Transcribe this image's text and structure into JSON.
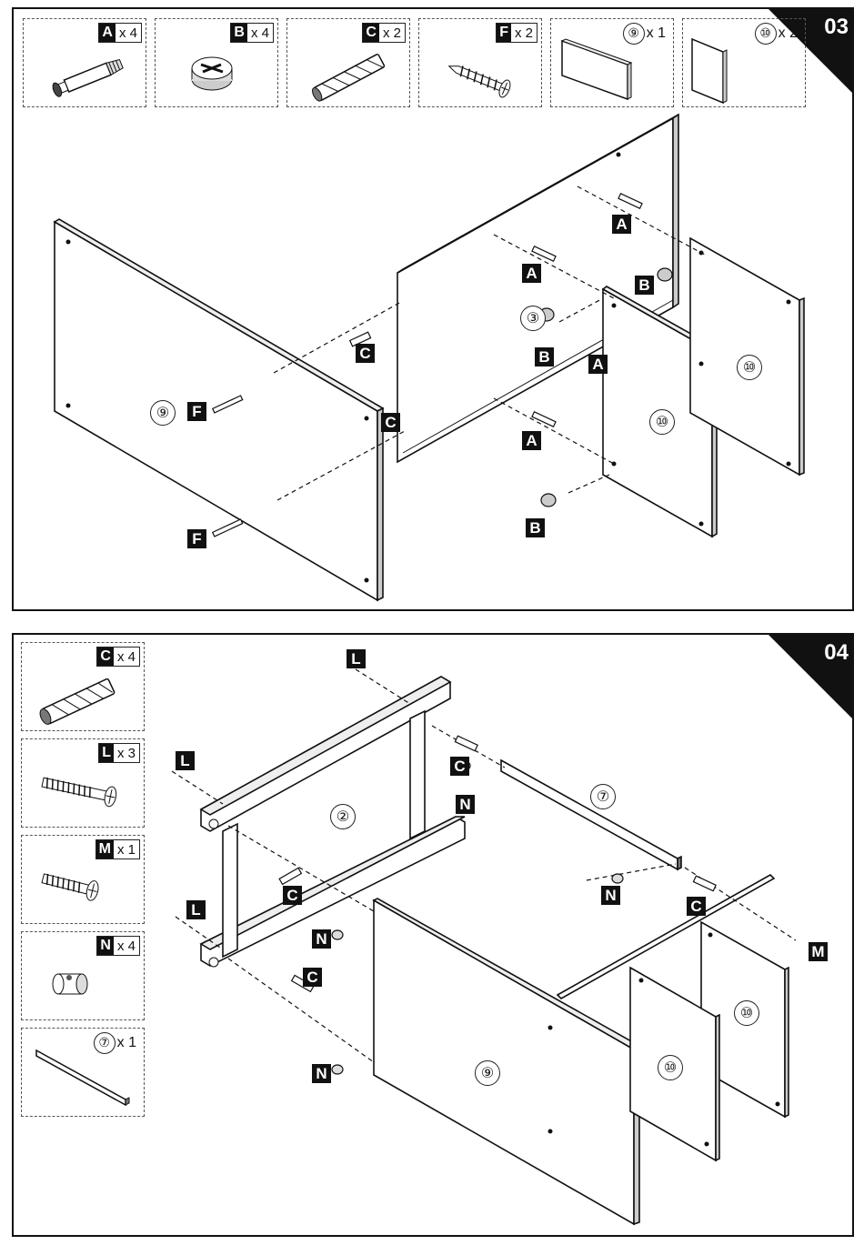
{
  "steps": [
    {
      "number": "03",
      "parts": [
        {
          "letter": "A",
          "qty": "x 4",
          "icon": "cam-bolt-icon"
        },
        {
          "letter": "B",
          "qty": "x 4",
          "icon": "cam-lock-icon"
        },
        {
          "letter": "C",
          "qty": "x 2",
          "icon": "wooden-dowel-icon"
        },
        {
          "letter": "F",
          "qty": "x 2",
          "icon": "wood-screw-icon"
        },
        {
          "panel": "⑨",
          "qty": "x 1",
          "icon": "panel-9-icon"
        },
        {
          "panel": "⑩",
          "qty": "x 2",
          "icon": "panel-10-icon"
        }
      ],
      "callouts": [
        "A",
        "A",
        "A",
        "A",
        "B",
        "B",
        "B",
        "C",
        "C",
        "F",
        "F"
      ],
      "panels": [
        "⑨",
        "③",
        "⑩",
        "⑩"
      ]
    },
    {
      "number": "04",
      "parts": [
        {
          "letter": "C",
          "qty": "x 4",
          "icon": "wooden-dowel-icon"
        },
        {
          "letter": "L",
          "qty": "x 3",
          "icon": "long-bolt-icon"
        },
        {
          "letter": "M",
          "qty": "x 1",
          "icon": "short-bolt-icon"
        },
        {
          "letter": "N",
          "qty": "x 4",
          "icon": "barrel-nut-icon"
        },
        {
          "panel": "⑦",
          "qty": "x 1",
          "icon": "rail-7-icon"
        }
      ],
      "callouts": [
        "L",
        "L",
        "L",
        "C",
        "N",
        "C",
        "N",
        "C",
        "N",
        "N",
        "C",
        "M"
      ],
      "panels": [
        "②",
        "⑦",
        "⑨",
        "⑩",
        "⑩"
      ]
    }
  ]
}
